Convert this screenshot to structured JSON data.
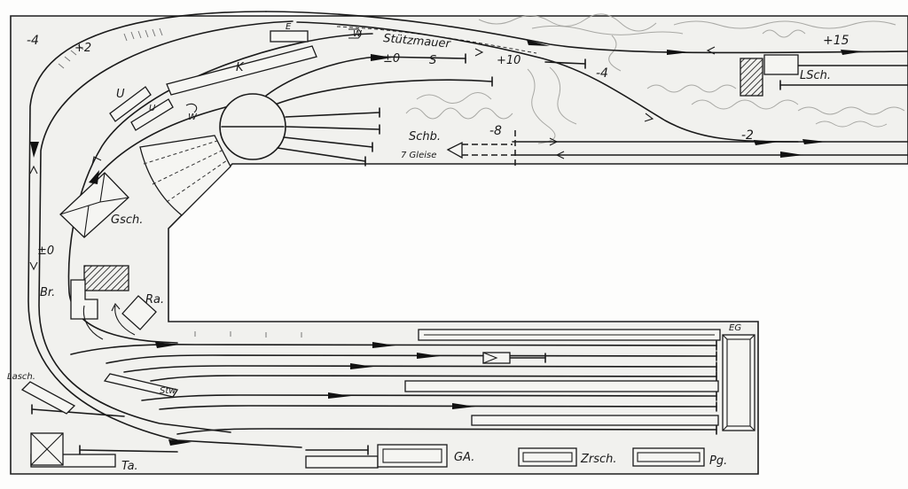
{
  "elevations": {
    "outer_loop": "-4",
    "inner_loop": "+2",
    "station_track": "±0",
    "upper_line": "+10",
    "descending_line": "-4",
    "upper_right_line": "+15",
    "hidden_yard": "-8",
    "lower_right_line": "-2",
    "left_loop": "±0"
  },
  "labels": {
    "stuetzmauer": "Stützmauer",
    "s": "S",
    "e": "E",
    "k": "K",
    "u_1": "U",
    "u_2": "U",
    "w_top": "W",
    "w_left": "W",
    "lsch": "LSch.",
    "schb": "Schb.",
    "gleise": "7 Gleise",
    "gsch": "Gsch.",
    "br": "Br.",
    "ra": "Ra.",
    "eg": "EG",
    "lasch": "Lasch.",
    "stw": "Stw",
    "ga": "GA.",
    "zrsch": "Zrsch.",
    "pg": "Pg.",
    "ta": "Ta."
  }
}
